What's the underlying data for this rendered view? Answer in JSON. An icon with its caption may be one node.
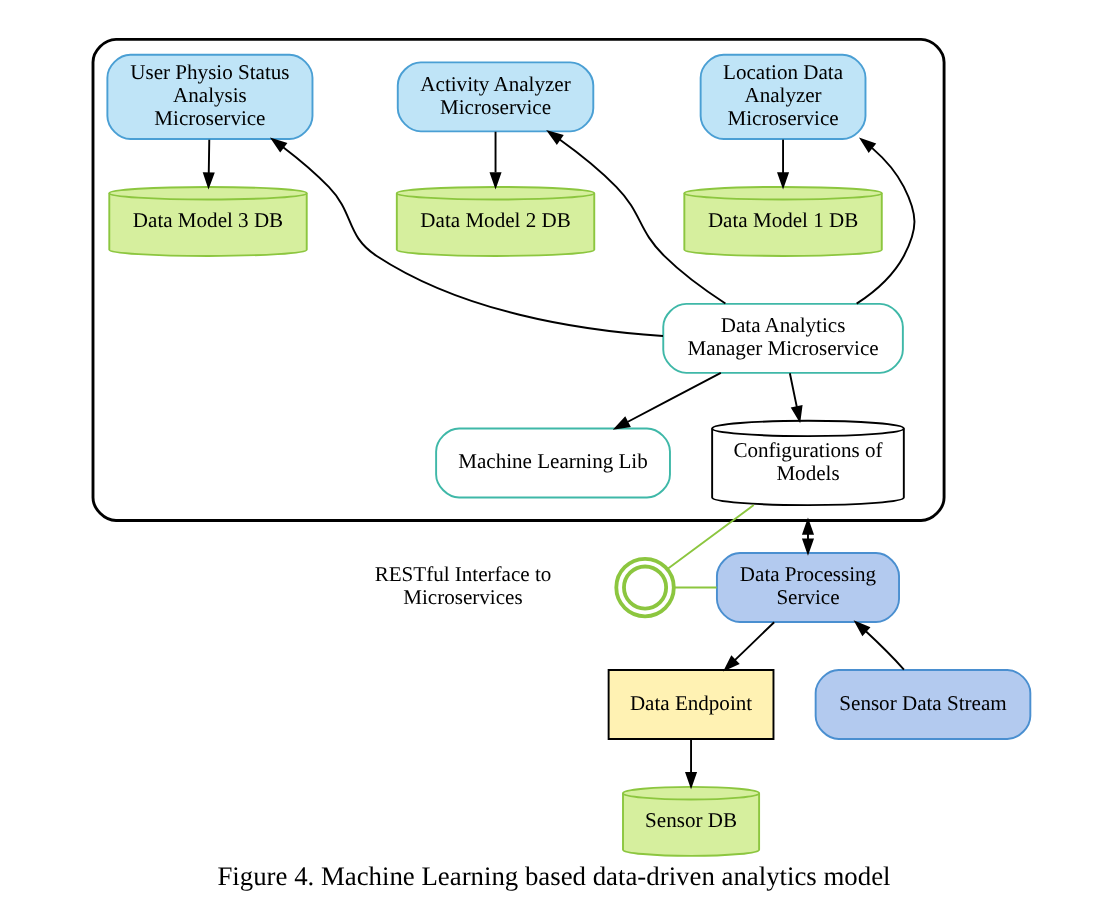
{
  "diagram": {
    "caption": "Figure 4. Machine Learning based data-driven analytics model",
    "nodes": [
      {
        "text": [],
        "shape": "box"
      },
      {
        "text": [
          "Location Data Analyzer Microservice"
        ],
        "in": 0
      },
      {
        "text": [
          "Activity Analyzer Microservice"
        ],
        "in": 0
      },
      {
        "text": [
          "User Physio Status Analysis Microservice"
        ],
        "in": 0
      },
      {
        "text": [
          "Data Model 1 DB"
        ],
        "in": 0
      },
      {
        "text": [
          "Data Model 2 DB"
        ],
        "in": 0
      },
      {
        "text": [
          "Data Model 3 DB"
        ],
        "in": 0
      },
      {
        "text": [
          "Data Analytics Manager Microservice"
        ],
        "in": 0
      },
      {
        "text": [
          "Machine Learning Lib"
        ],
        "in": 0
      },
      {
        "text": [
          "Configurations of Models"
        ],
        "in": 0
      },
      {
        "text": [],
        "shape": "circle",
        "beside": [
          "RESTful Interface to Microservices"
        ]
      },
      {
        "text": [
          "Data Processing Service"
        ]
      },
      {
        "text": [
          "Data Endpoint"
        ]
      },
      {
        "text": [
          "Sensor DB"
        ]
      },
      {
        "text": [
          "Sensor Data Stream"
        ]
      }
    ],
    "edges": [
      {
        "from": 7,
        "to": 1,
        "arrow": "to"
      },
      {
        "from": 7,
        "to": 2,
        "arrow": "to"
      },
      {
        "from": 7,
        "to": 3,
        "arrow": "to"
      },
      {
        "from": 1,
        "to": 4,
        "arrow": "to"
      },
      {
        "from": 2,
        "to": 5,
        "arrow": "to"
      },
      {
        "from": 3,
        "to": 6,
        "arrow": "to"
      },
      {
        "from": 7,
        "to": 9,
        "arrow": "to"
      },
      {
        "from": 7,
        "to": 8,
        "arrow": "to"
      },
      {
        "from": 0,
        "to": 11,
        "arrow": "both"
      },
      {
        "from": 9,
        "to": 10,
        "arrow": "none",
        "color": "#8cc63f"
      },
      {
        "from": 10,
        "to": 11,
        "arrow": "none",
        "color": "#8cc63f"
      },
      {
        "from": 11,
        "to": 12,
        "arrow": "to"
      },
      {
        "from": 12,
        "to": 13,
        "arrow": "to"
      },
      {
        "from": 14,
        "to": 11,
        "arrow": "to"
      }
    ]
  }
}
